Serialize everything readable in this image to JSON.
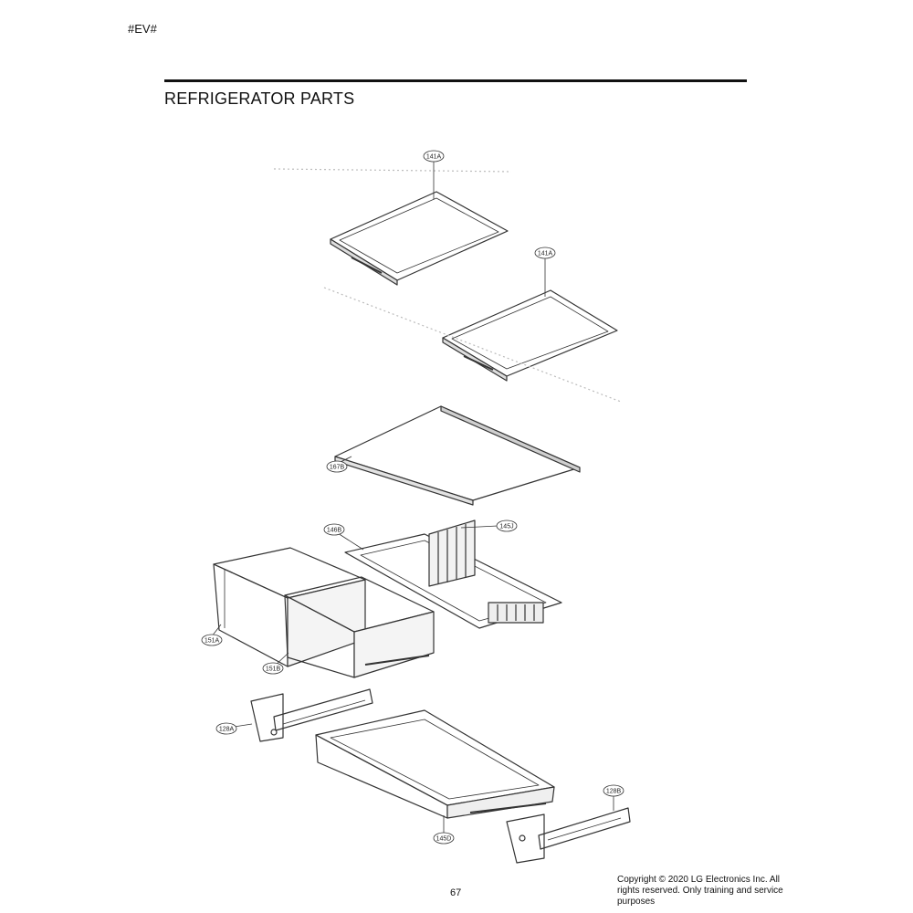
{
  "header": {
    "model_code": "#EV#"
  },
  "title": "REFRIGERATOR PARTS",
  "callouts": {
    "shelf_upper": "141A",
    "shelf_lower": "141A",
    "cover": "167B",
    "divider_rail": "146B",
    "frame": "145J",
    "drawer_left": "151A",
    "drawer_right": "151B",
    "rail_left": "128A",
    "pantry_drawer": "145D",
    "rail_right": "128B"
  },
  "footer": {
    "page_number": "67",
    "copyright": "Copyright © 2020 LG Electronics Inc. All rights reserved. Only training and service purposes"
  }
}
